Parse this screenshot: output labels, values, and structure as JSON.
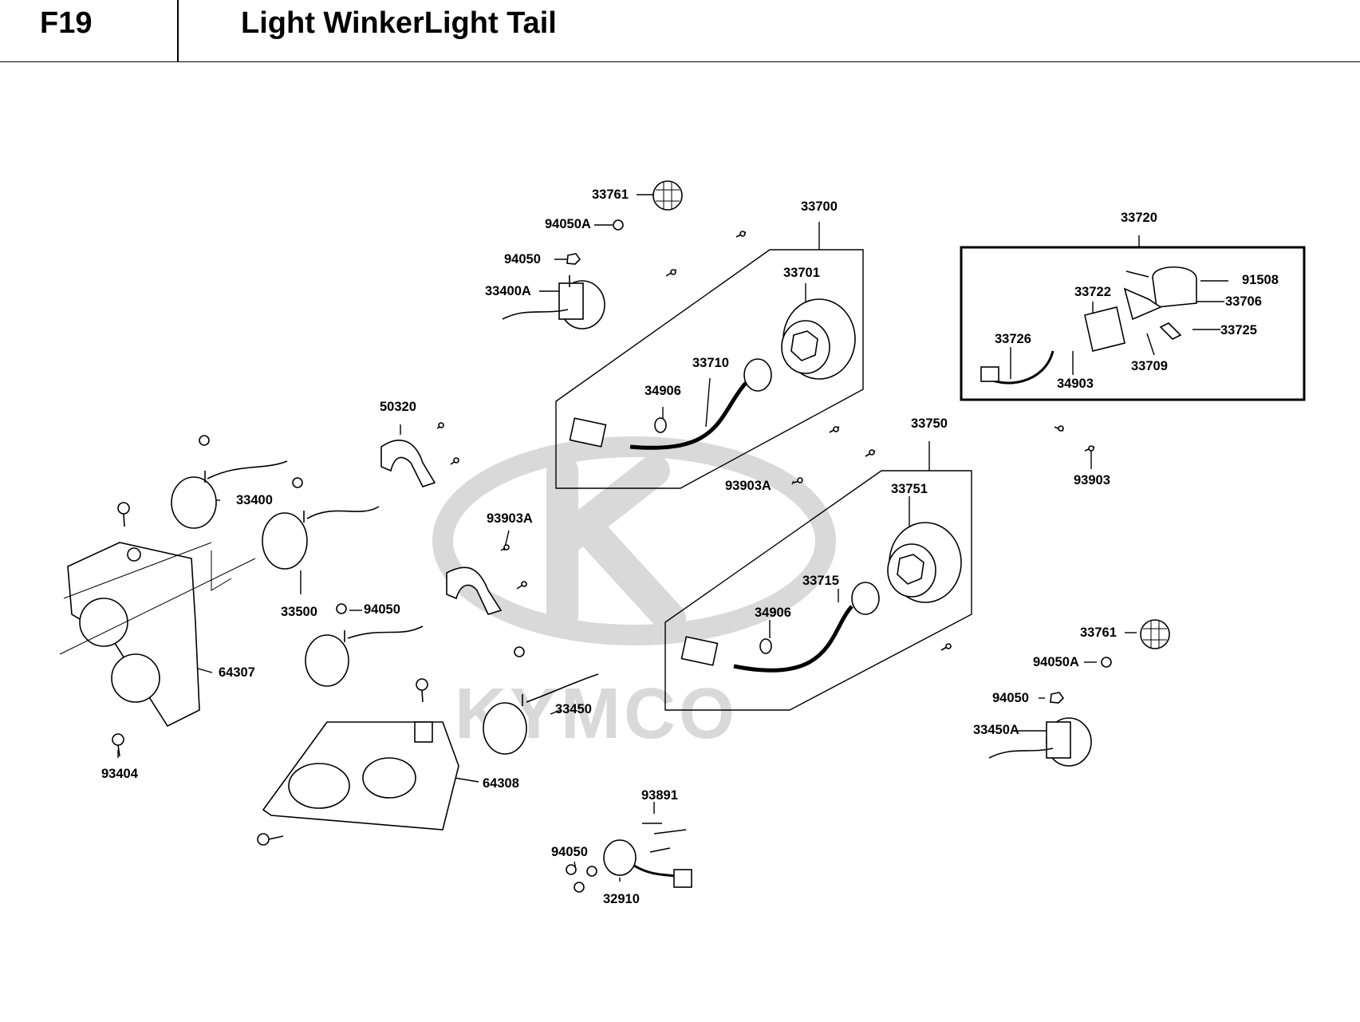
{
  "header": {
    "code": "F19",
    "title": "Light WinkerLight Tail"
  },
  "watermark": {
    "brand": "KYMCO",
    "color": "#d9d9d9"
  },
  "callouts": {
    "c33761_top": "33761",
    "c94050A_top": "94050A",
    "c94050_top": "94050",
    "c33400A": "33400A",
    "c33700": "33700",
    "c33701": "33701",
    "c33710": "33710",
    "c34906_top": "34906",
    "c33720": "33720",
    "c91508": "91508",
    "c33722": "33722",
    "c33706": "33706",
    "c33725": "33725",
    "c33726": "33726",
    "c33709": "33709",
    "c34903": "34903",
    "c50320": "50320",
    "c33400": "33400",
    "c93903A_mid": "93903A",
    "c33750": "33750",
    "c93903": "93903",
    "c93903A_left": "93903A",
    "c33751": "33751",
    "c33500": "33500",
    "c94050_mid": "94050",
    "c33715": "33715",
    "c34906_bottom": "34906",
    "c64307": "64307",
    "c33761_bottom": "33761",
    "c94050A_bottom": "94050A",
    "c33450": "33450",
    "c94050_right": "94050",
    "c33450A": "33450A",
    "c93404": "93404",
    "c64308": "64308",
    "c93891": "93891",
    "c94050_bottom": "94050",
    "c32910": "32910"
  }
}
